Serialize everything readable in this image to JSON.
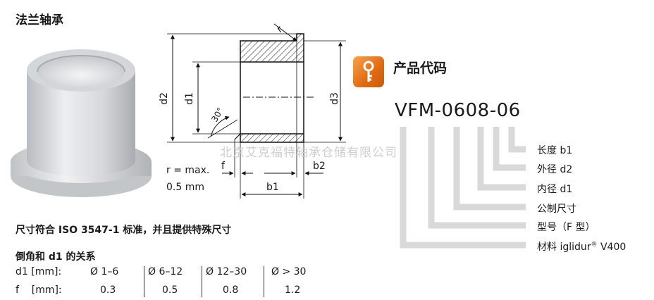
{
  "title": "法兰轴承",
  "drawing": {
    "radius_label": "r",
    "angle_label": "30°",
    "dim_d2": "d2",
    "dim_d1": "d1",
    "dim_d3": "d3",
    "dim_f": "f",
    "dim_b2": "b2",
    "dim_b1": "b1",
    "r_note_1": "r = max.",
    "r_note_2": "0.5 mm"
  },
  "watermark": "北京艾克福特轴承仓储有限公司",
  "spec_note": "尺寸符合 ISO 3547-1 标准，并且提供特殊尺寸",
  "chamfer": {
    "heading": "倒角和 d1 的关系",
    "row1": {
      "label": "d1 [mm]:",
      "cells": [
        "Ø 1–6",
        "Ø 6–12",
        "Ø 12–30",
        "Ø > 30"
      ]
    },
    "row2": {
      "label": "f    [mm]:",
      "cells": [
        "0.3",
        "0.5",
        "0.8",
        "1.2"
      ]
    }
  },
  "product_code": {
    "heading": "产品代码",
    "code": "VFM-0608-06",
    "icon": "key-icon",
    "accent_color": "#e8781e",
    "bar_color": "#d9d9d9"
  },
  "legend": {
    "items": [
      "长度 b1",
      "外径 d2",
      "内径 d1",
      "公制尺寸",
      "型号（F 型）"
    ],
    "material_prefix": "材料 iglidur",
    "material_reg": "®",
    "material_suffix": " V400"
  }
}
